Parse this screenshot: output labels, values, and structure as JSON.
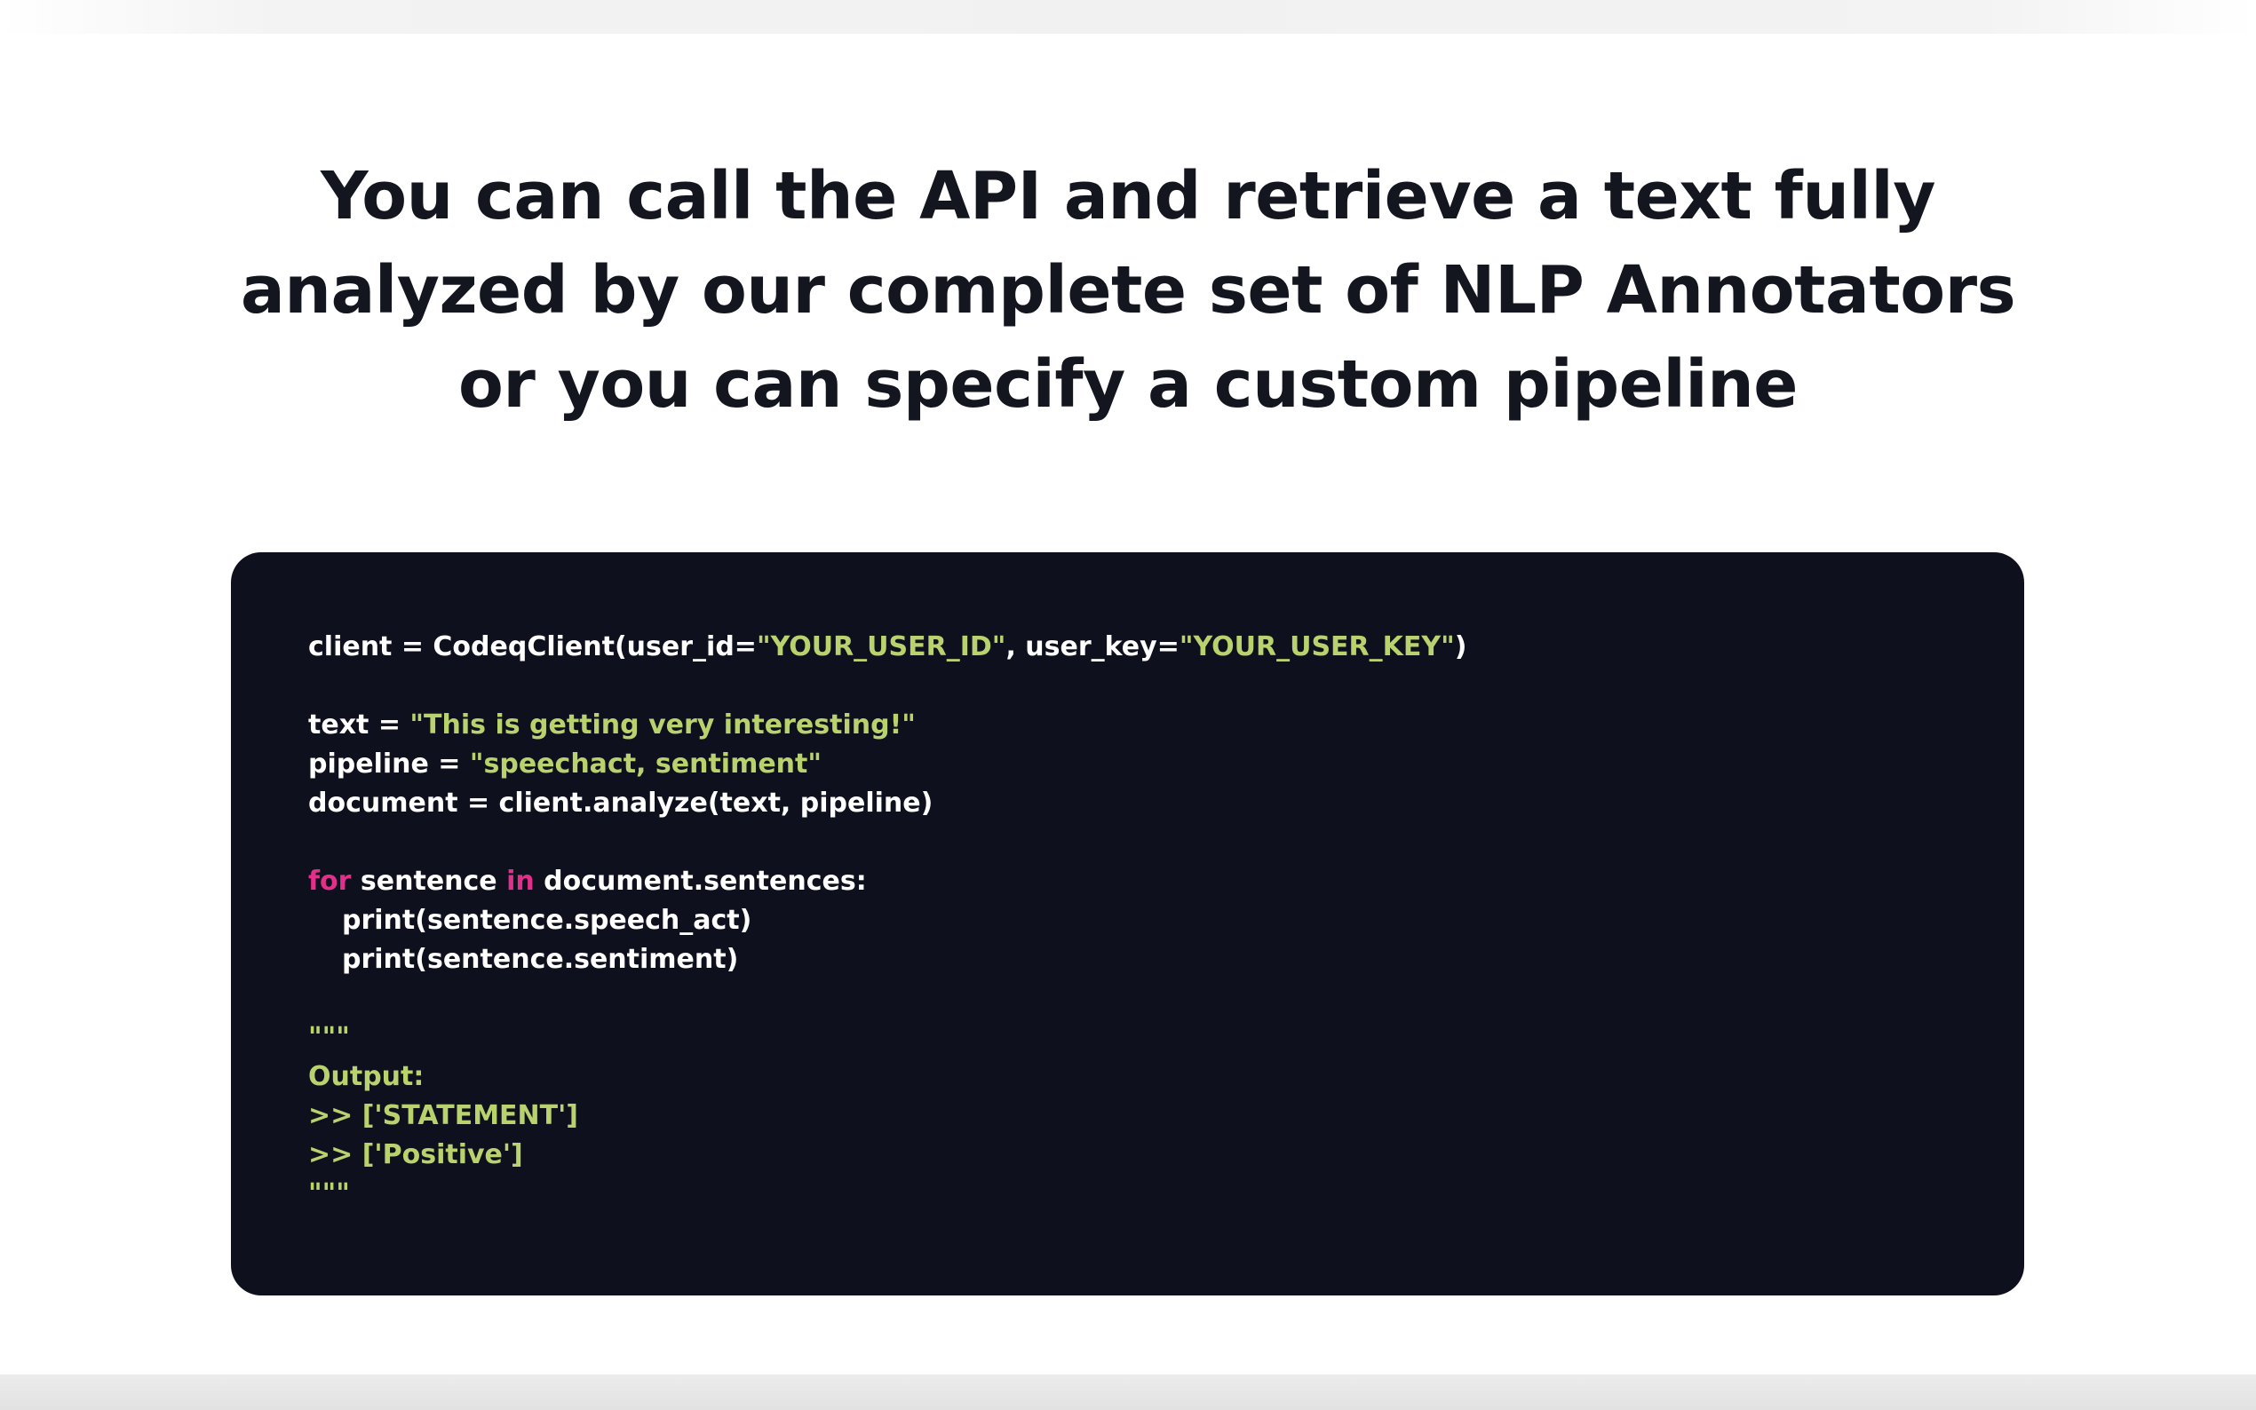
{
  "headline": {
    "line1": "You can call the API and retrieve a text fully",
    "line2": "analyzed by our complete set of NLP Annotators",
    "line3": "or you can specify a custom pipeline"
  },
  "code": {
    "l1_a": "client = CodeqClient(user_id=",
    "l1_b": "\"YOUR_USER_ID\"",
    "l1_c": ", user_key=",
    "l1_d": "\"YOUR_USER_KEY\"",
    "l1_e": ")",
    "l2_a": "text = ",
    "l2_b": "\"This is getting very interesting!\"",
    "l3_a": "pipeline = ",
    "l3_b": "\"speechact, sentiment\"",
    "l4": "document = client.analyze(text, pipeline)",
    "l5_kw1": "for",
    "l5_a": " sentence ",
    "l5_kw2": "in",
    "l5_b": " document.sentences:",
    "l6": "print(sentence.speech_act)",
    "l7": "print(sentence.sentiment)",
    "q_open": "\"\"\"",
    "o1": "Output:",
    "o2": ">> ['STATEMENT']",
    "o3": ">> ['Positive']",
    "q_close": "\"\"\""
  },
  "colors": {
    "card_bg": "#0e101d",
    "string": "#b9d26e",
    "keyword": "#e0308a",
    "text": "#ffffff",
    "headline": "#14161f"
  }
}
